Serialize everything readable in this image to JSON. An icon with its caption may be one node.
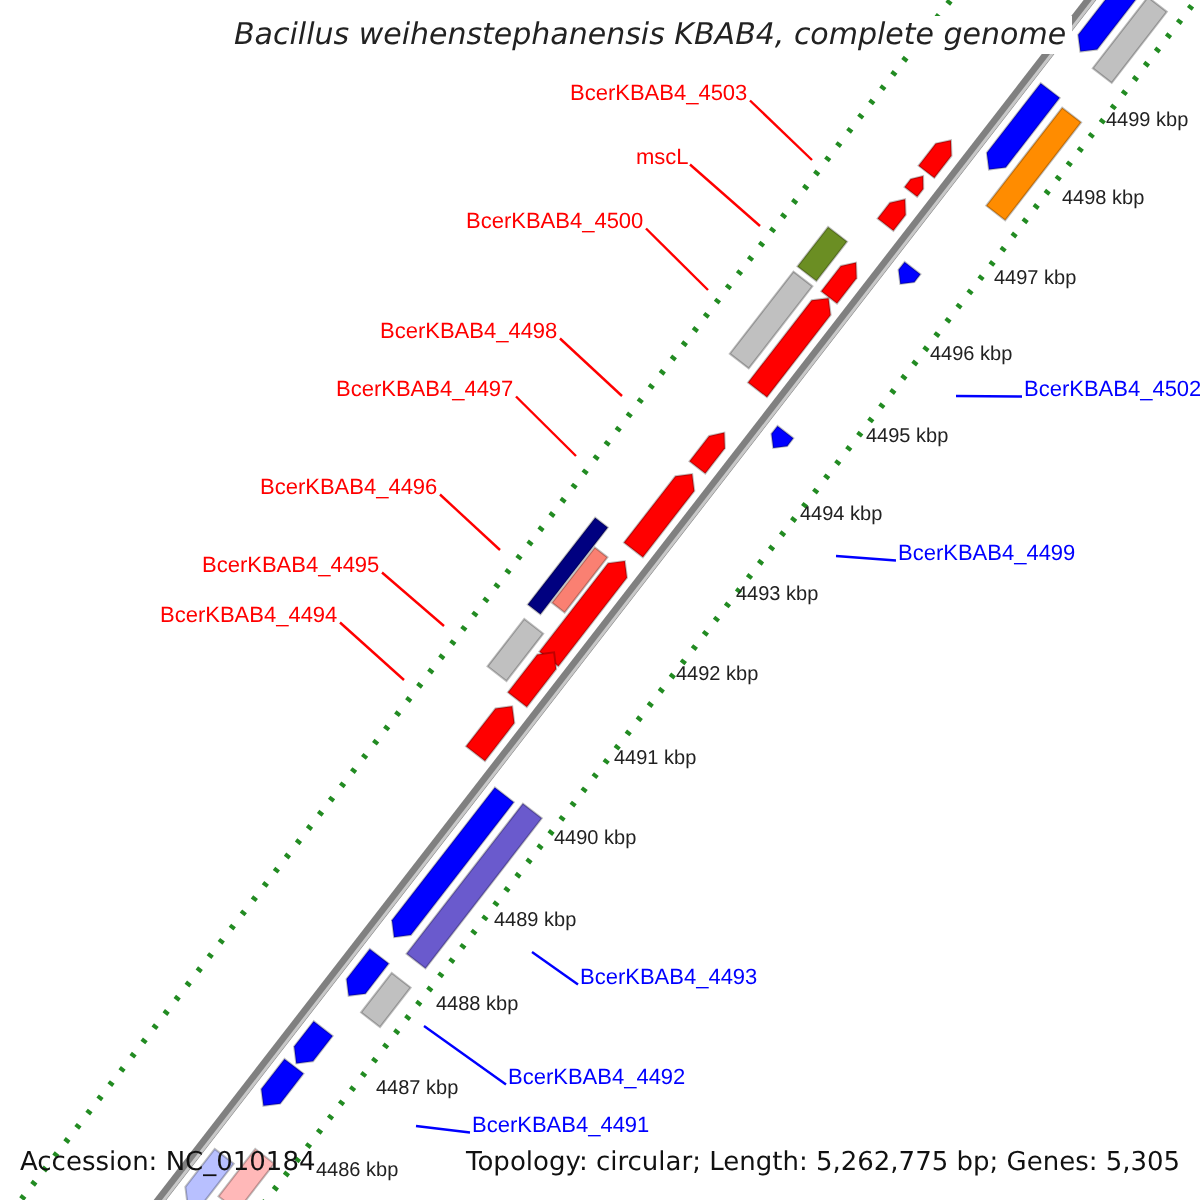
{
  "diagram": {
    "title": "Bacillus weihenstephanensis KBAB4, complete genome",
    "nodes": [
      {
        "text": [
          "BcerKBAB4_4503"
        ]
      },
      {
        "text": [
          "mscL"
        ]
      },
      {
        "text": [
          "BcerKBAB4_4500"
        ]
      },
      {
        "text": [
          "BcerKBAB4_4498"
        ]
      },
      {
        "text": [
          "BcerKBAB4_4497"
        ]
      },
      {
        "text": [
          "BcerKBAB4_4496"
        ]
      },
      {
        "text": [
          "BcerKBAB4_4495"
        ]
      },
      {
        "text": [
          "BcerKBAB4_4494"
        ]
      },
      {
        "text": [
          "BcerKBAB4_4502"
        ]
      },
      {
        "text": [
          "BcerKBAB4_4499"
        ]
      },
      {
        "text": [
          "BcerKBAB4_4493"
        ]
      },
      {
        "text": [
          "BcerKBAB4_4492"
        ]
      },
      {
        "text": [
          "BcerKBAB4_4491"
        ]
      }
    ],
    "edges": [
      {
        "from": 0,
        "to": null,
        "arrow": "none"
      },
      {
        "from": 1,
        "to": null,
        "arrow": "none"
      },
      {
        "from": 2,
        "to": null,
        "arrow": "none"
      },
      {
        "from": 3,
        "to": null,
        "arrow": "none"
      },
      {
        "from": 4,
        "to": null,
        "arrow": "none"
      },
      {
        "from": 5,
        "to": null,
        "arrow": "none"
      },
      {
        "from": 6,
        "to": null,
        "arrow": "none"
      },
      {
        "from": 7,
        "to": null,
        "arrow": "none"
      },
      {
        "from": 8,
        "to": null,
        "arrow": "none",
        "color": "#0000ff"
      },
      {
        "from": 9,
        "to": null,
        "arrow": "none",
        "color": "#0000ff"
      },
      {
        "from": 10,
        "to": null,
        "arrow": "none",
        "color": "#0000ff"
      },
      {
        "from": 11,
        "to": null,
        "arrow": "none",
        "color": "#0000ff"
      },
      {
        "from": 12,
        "to": null,
        "arrow": "none",
        "color": "#0000ff"
      }
    ],
    "labels": [
      "4499 kbp",
      "4498 kbp",
      "4497 kbp",
      "4496 kbp",
      "4495 kbp",
      "4494 kbp",
      "4493 kbp",
      "4492 kbp",
      "4491 kbp",
      "4490 kbp",
      "4489 kbp",
      "4488 kbp",
      "4487 kbp",
      "4486 kbp",
      "Accession: NC_010184",
      "Topology: circular; Length: 5,262,775 bp; Genes: 5,305"
    ]
  }
}
